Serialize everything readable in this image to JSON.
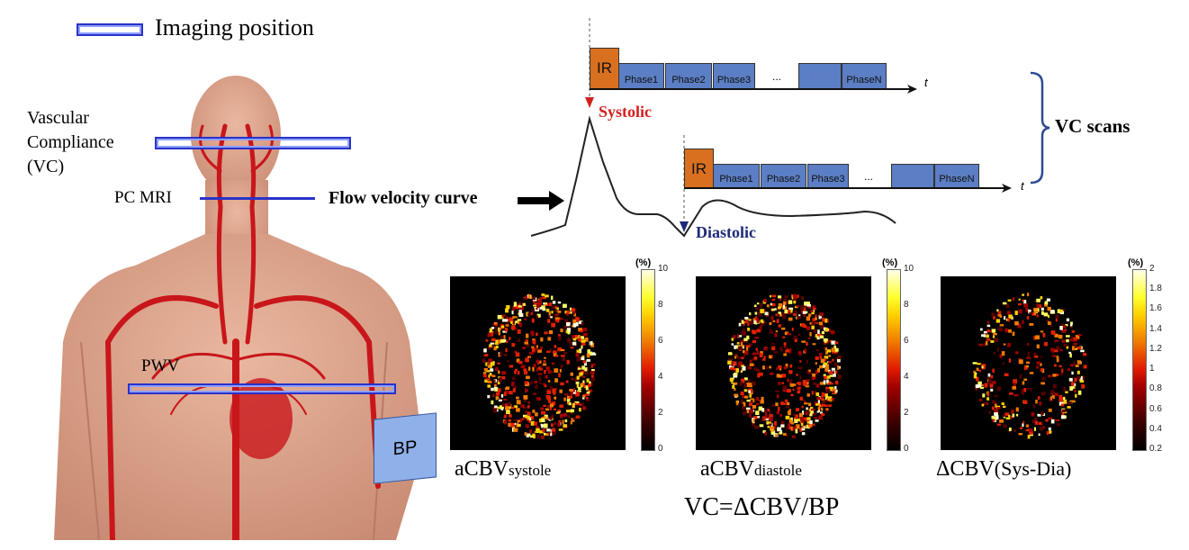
{
  "legend": {
    "label": "Imaging position"
  },
  "body_labels": {
    "vc_line1": "Vascular",
    "vc_line2": "Compliance",
    "vc_line3": "(VC)",
    "pc_mri": "PC MRI",
    "pwv": "PWV",
    "bp": "BP"
  },
  "flow": {
    "label": "Flow velocity curve",
    "systolic": "Systolic",
    "diastolic": "Diastolic"
  },
  "timeline": {
    "ir": "IR",
    "phases": [
      "Phase1",
      "Phase2",
      "Phase3"
    ],
    "ellipsis": "...",
    "last_phase": "PhaseN",
    "axis_label": "t"
  },
  "brace_label": "VC scans",
  "panels": [
    {
      "caption_main": "aCBV",
      "caption_sub": "systole",
      "unit": "(%)",
      "ticks": [
        "10",
        "8",
        "6",
        "4",
        "2",
        "0"
      ]
    },
    {
      "caption_main": "aCBV",
      "caption_sub": "diastole",
      "unit": "(%)",
      "ticks": [
        "10",
        "8",
        "6",
        "4",
        "2",
        "0"
      ]
    },
    {
      "caption_main": "ΔCBV",
      "caption_sub": "(Sys-Dia)",
      "unit": "(%)",
      "ticks": [
        "2",
        "1.8",
        "1.6",
        "1.4",
        "1.2",
        "1",
        "0.8",
        "0.6",
        "0.4",
        "0.2"
      ]
    }
  ],
  "formula": "VC=ΔCBV/BP",
  "colors": {
    "imaging_bar": "#2a32c8",
    "ir": "#d9701f",
    "phase": "#5b7ec4",
    "systolic": "#d42020",
    "diastolic": "#1e2a78",
    "vessel": "#c8161a",
    "skin": "#dfa68e"
  }
}
